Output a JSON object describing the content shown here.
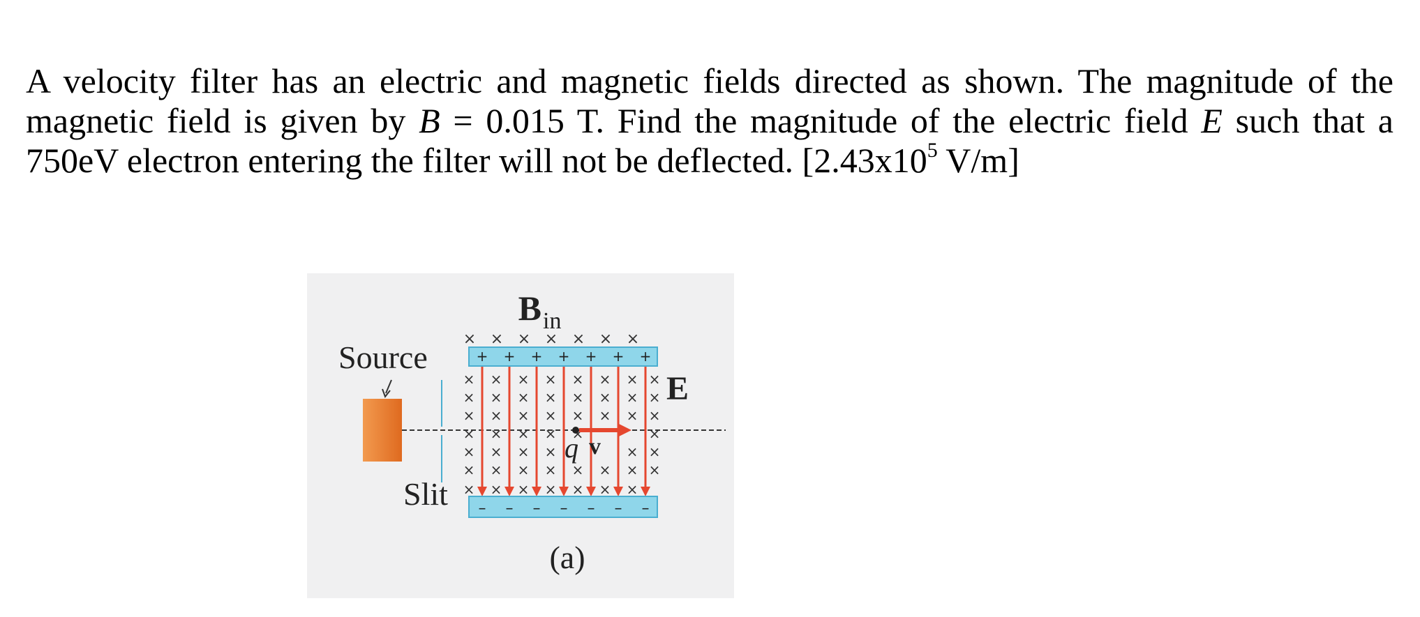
{
  "problem": {
    "line1": "A velocity filter has an electric and magnetic fields directed as shown. The magnitude of the",
    "line2_a": "magnetic field is given by ",
    "line2_var_b": "B",
    "line2_b": " = 0.015 T. Find the magnitude of the electric field ",
    "line2_var_e": "E",
    "line2_c": " such that a",
    "line3_a": "750eV electron entering the filter will not be deflected. [2.43x10",
    "line3_exp": "5",
    "line3_b": " V/m]"
  },
  "figure": {
    "labels": {
      "b_main": "B",
      "b_sub": "in",
      "source": "Source",
      "slit": "Slit",
      "e_field": "E",
      "charge": "q",
      "velocity": "v",
      "caption": "(a)"
    },
    "plus_sign": "+",
    "minus_sign": "–",
    "cross_sign": "×",
    "colors": {
      "panel_bg": "#f0f0f1",
      "plate_fill": "#8fd6ea",
      "plate_stroke": "#4aaed0",
      "field_line": "#e5472f",
      "source_fill": "#e8772e",
      "slit_line": "#4aaed0"
    }
  }
}
